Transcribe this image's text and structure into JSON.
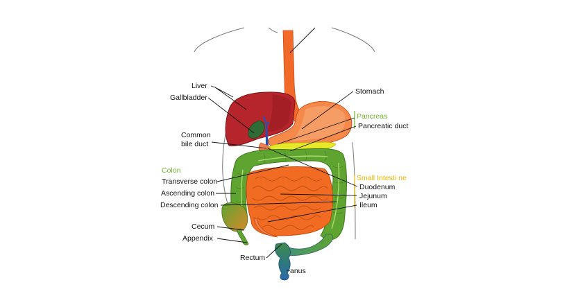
{
  "labels": {
    "liver": "Liver",
    "gallbladder": "Gallbladder",
    "common_bile_duct_1": "Common",
    "common_bile_duct_2": "bile duct",
    "colon": "Colon",
    "transverse_colon": "Transverse colon",
    "ascending_colon": "Ascending colon",
    "descending_colon": "Descending colon",
    "cecum": "Cecum",
    "appendix": "Appendix",
    "rectum": "Rectum",
    "anus": "anus",
    "stomach": "Stomach",
    "pancreas": "Pancreas",
    "pancreatic_duct": "Pancreatic duct",
    "small_intestine": "Small Intesti ne",
    "duodenum": "Duodenum",
    "jejunum": "Jejunum",
    "ileum": "Ileum"
  },
  "colors": {
    "liver": "#b5252b",
    "stomach": "#f4894a",
    "esophagus": "#f26a2a",
    "colon": "#5fa331",
    "small_intestine": "#f26b22",
    "pancreas": "#e8e82a",
    "rectum": "#2a6aa8",
    "group_green": "#6fb52c",
    "group_yellow": "#e8b400"
  }
}
